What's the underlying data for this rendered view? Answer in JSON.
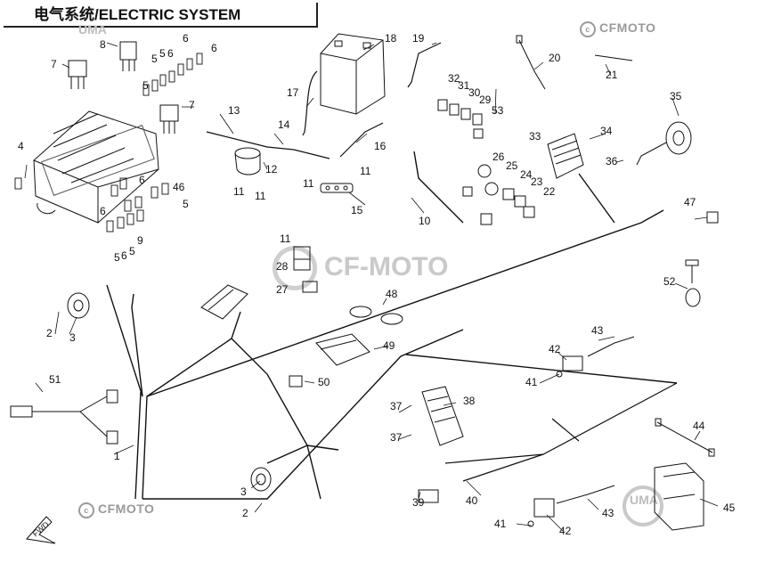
{
  "title": "电气系统/ELECTRIC SYSTEM",
  "watermarks": {
    "brand": "CFMOTO",
    "center_brand": "CF-MOTO",
    "uma": "UMA"
  },
  "fwd_label": "FWD",
  "parts": [
    {
      "id": "1"
    },
    {
      "id": "2"
    },
    {
      "id": "3"
    },
    {
      "id": "4"
    },
    {
      "id": "5"
    },
    {
      "id": "6"
    },
    {
      "id": "7"
    },
    {
      "id": "8"
    },
    {
      "id": "9"
    },
    {
      "id": "10"
    },
    {
      "id": "11"
    },
    {
      "id": "12"
    },
    {
      "id": "13"
    },
    {
      "id": "14"
    },
    {
      "id": "15"
    },
    {
      "id": "16"
    },
    {
      "id": "17"
    },
    {
      "id": "18"
    },
    {
      "id": "19"
    },
    {
      "id": "20"
    },
    {
      "id": "21"
    },
    {
      "id": "22"
    },
    {
      "id": "23"
    },
    {
      "id": "24"
    },
    {
      "id": "25"
    },
    {
      "id": "26"
    },
    {
      "id": "27"
    },
    {
      "id": "28"
    },
    {
      "id": "29"
    },
    {
      "id": "30"
    },
    {
      "id": "31"
    },
    {
      "id": "32"
    },
    {
      "id": "33"
    },
    {
      "id": "34"
    },
    {
      "id": "35"
    },
    {
      "id": "36"
    },
    {
      "id": "37"
    },
    {
      "id": "38"
    },
    {
      "id": "39"
    },
    {
      "id": "40"
    },
    {
      "id": "41"
    },
    {
      "id": "42"
    },
    {
      "id": "43"
    },
    {
      "id": "44"
    },
    {
      "id": "45"
    },
    {
      "id": "46"
    },
    {
      "id": "47"
    },
    {
      "id": "48"
    },
    {
      "id": "49"
    },
    {
      "id": "50"
    },
    {
      "id": "51"
    },
    {
      "id": "52"
    },
    {
      "id": "53"
    }
  ]
}
